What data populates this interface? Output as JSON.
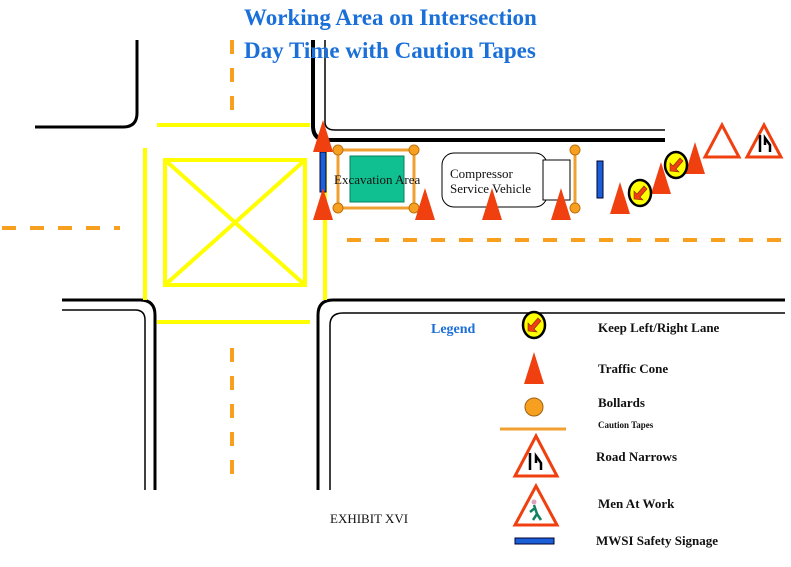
{
  "title": {
    "line1": "Working Area on Intersection",
    "line2": "Day Time with Caution Tapes"
  },
  "site": {
    "excavation_label": "Excavation Area",
    "vehicle_line1": "Compressor",
    "vehicle_line2": "Service Vehicle"
  },
  "exhibit_label": "EXHIBIT XVI",
  "legend": {
    "heading": "Legend",
    "items": [
      {
        "icon": "keep-left-right-sign",
        "label": "Keep Left/Right Lane"
      },
      {
        "icon": "traffic-cone",
        "label": "Traffic Cone"
      },
      {
        "icon": "bollard",
        "label": "Bollards"
      },
      {
        "icon": "caution-tape",
        "label": "Caution Tapes"
      },
      {
        "icon": "road-narrows-sign",
        "label": "Road Narrows"
      },
      {
        "icon": "men-at-work-sign",
        "label": "Men At Work"
      },
      {
        "icon": "safety-signage",
        "label": "MWSI Safety Signage"
      }
    ]
  },
  "colors": {
    "title": "#1a6fd8",
    "cone": "#f04010",
    "bollard": "#f7a020",
    "tape": "#f0a030",
    "lane": "#ffff00",
    "excavation": "#10c090",
    "signage": "#1a5fd8"
  }
}
